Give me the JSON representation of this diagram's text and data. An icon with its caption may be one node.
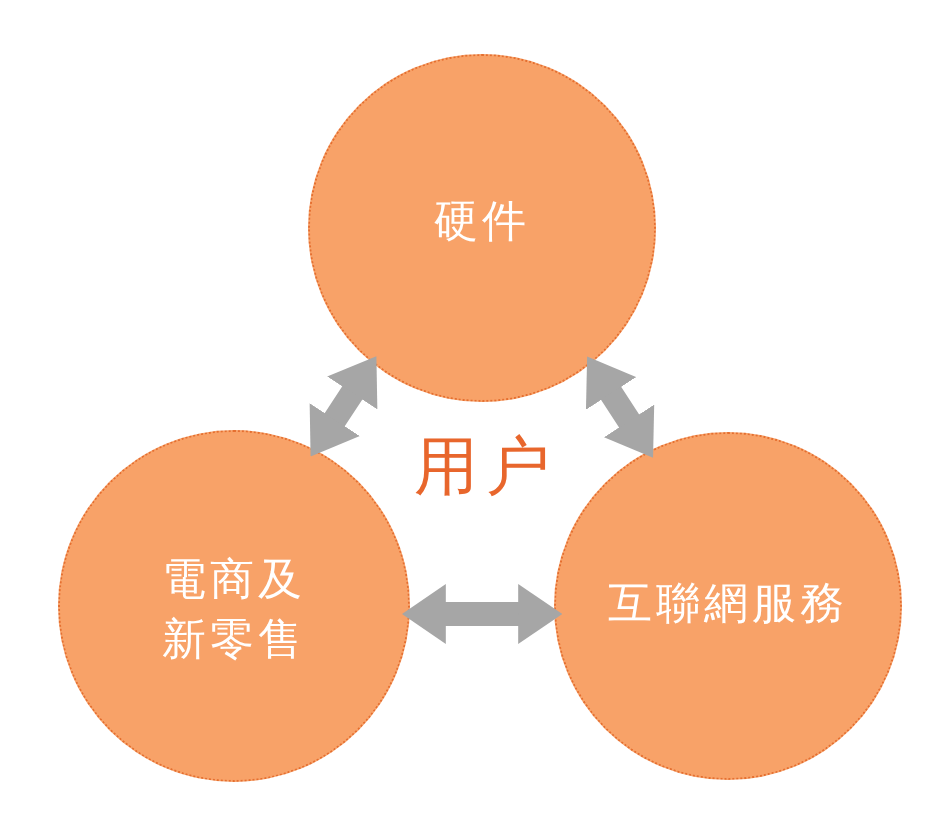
{
  "diagram": {
    "nodes": [
      {
        "text": [
          "硬件"
        ]
      },
      {
        "text": [
          "電商及新零售"
        ]
      },
      {
        "text": [
          "互聯網服務"
        ]
      }
    ],
    "edges": [
      {
        "from": 0,
        "to": 1,
        "arrow": "both"
      },
      {
        "from": 0,
        "to": 2,
        "arrow": "both"
      },
      {
        "from": 1,
        "to": 2,
        "arrow": "both"
      }
    ],
    "labels": [
      "用户"
    ]
  }
}
